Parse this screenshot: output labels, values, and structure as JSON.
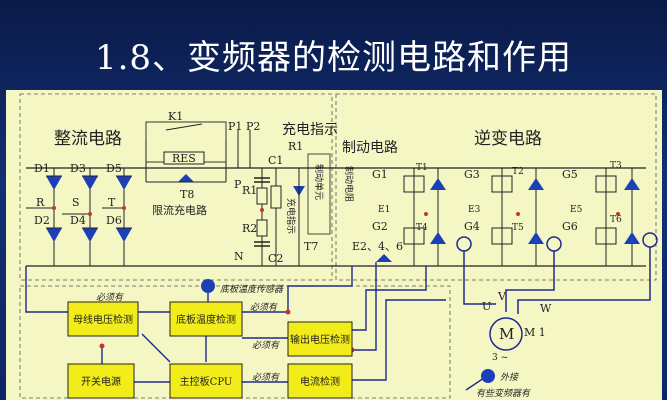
{
  "slide": {
    "title": "1.8、变频器的检测电路和作用"
  },
  "colors": {
    "background": "#0d2766",
    "panel": "#f4f6c4",
    "box": "#f2ed1a",
    "wire_blue": "#1e2a8c",
    "node_red": "#c0392b"
  },
  "sections": {
    "rectifier": "整流电路",
    "charge_indicator": "充电指示",
    "brake": "制动电路",
    "inverter": "逆变电路"
  },
  "diodes": [
    "D1",
    "D3",
    "D5",
    "D2",
    "D4",
    "D6"
  ],
  "phases": [
    "R",
    "S",
    "T"
  ],
  "limit": {
    "relay": "K1",
    "resistor": "RES",
    "thyristor": "T8",
    "label": "限流充电路"
  },
  "terminals": {
    "p1": "P1",
    "p2": "P2",
    "p": "P",
    "n": "N"
  },
  "dc_bus": {
    "c1": "C1",
    "c2": "C2",
    "r1": "R1",
    "r2": "R2",
    "r1b": "R1",
    "vertical1": "充电指示",
    "vertical2": "制动单元",
    "vertical3": "制动电阻",
    "t7": "T7"
  },
  "inverter": {
    "g1": "G1",
    "g3": "G3",
    "g5": "G5",
    "g2": "G2",
    "g4": "G4",
    "g6": "G6",
    "t1": "T1",
    "t2": "T2",
    "t3": "T3",
    "t4": "T4",
    "t5": "T5",
    "t6": "T6",
    "e1": "E1",
    "e3": "E3",
    "e5": "E5",
    "e246": "E2、4、6",
    "u": "U",
    "v": "V",
    "w": "W"
  },
  "motor": {
    "symbol": "M",
    "label": "M 1",
    "phase": "3 ~"
  },
  "boxes": {
    "bus_detect": "母线电压检测",
    "heatsink_detect": "底板温度检测",
    "output_voltage": "输出电压检测",
    "switch_power": "开关电源",
    "main_cpu": "主控板CPU",
    "current_detect": "电流检测"
  },
  "notes": {
    "must1": "必须有",
    "heatsink_sensor": "底板温度传感器",
    "must2": "必须有",
    "must3": "必须有",
    "must4": "必须有",
    "ext": "外接",
    "ext2": "有些变频器有"
  }
}
